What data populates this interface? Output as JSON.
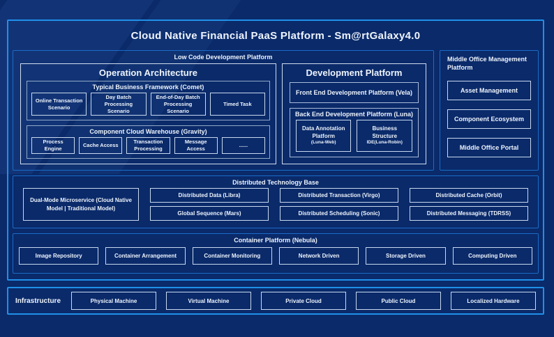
{
  "title": "Cloud Native Financial PaaS Platform - Sm@rtGalaxy4.0",
  "colors": {
    "background": "#0a2a6a",
    "outer_border": "#2090e8",
    "panel_border": "#1a6cc8",
    "frame_border": "#d2ddee",
    "leaf_border": "#c9d9ee",
    "text": "#eef4fc"
  },
  "low_code": {
    "label": "Low Code Development Platform",
    "operation_architecture": {
      "title": "Operation Architecture",
      "comet": {
        "title": "Typical Business Framework (Comet)",
        "items": [
          "Online Transaction Scenario",
          "Day Batch Processing Scenario",
          "End-of-Day Batch Processing Scenario",
          "Timed Task"
        ]
      },
      "gravity": {
        "title": "Component Cloud Warehouse (Gravity)",
        "items": [
          "Process Engine",
          "Cache Access",
          "Transaction Processing",
          "Message Access",
          "......"
        ]
      }
    },
    "development_platform": {
      "title": "Development Platform",
      "front_end": "Front End Development Platform (Vela)",
      "back_end": {
        "title": "Back End Development Platform (Luna)",
        "item1": {
          "main": "Data Annotation Platform",
          "sub": "(Luna-Web)"
        },
        "item2": {
          "main": "Business Structure",
          "sub": "IDE(Luna-Robin)"
        }
      }
    }
  },
  "middle_office": {
    "title": "Middle Office Management Platform",
    "items": [
      "Asset Management",
      "Component Ecosystem",
      "Middle Office Portal"
    ]
  },
  "distributed": {
    "title": "Distributed Technology Base",
    "dual_mode": "Dual-Mode Microservice (Cloud Native Model | Traditional Model)",
    "columns": [
      [
        "Distributed Data (Libra)",
        "Global Sequence (Mars)"
      ],
      [
        "Distributed Transaction (Virgo)",
        "Distributed Scheduling (Sonic)"
      ],
      [
        "Distributed Cache (Orbit)",
        "Distributed Messaging (TDRSS)"
      ]
    ]
  },
  "container_platform": {
    "title": "Container Platform (Nebula)",
    "items": [
      "Image Repository",
      "Container Arrangement",
      "Container Monitoring",
      "Network Driven",
      "Storage Driven",
      "Computing Driven"
    ]
  },
  "infrastructure": {
    "label": "Infrastructure",
    "items": [
      "Physical Machine",
      "Virtual Machine",
      "Private Cloud",
      "Public Cloud",
      "Localized Hardware"
    ]
  }
}
